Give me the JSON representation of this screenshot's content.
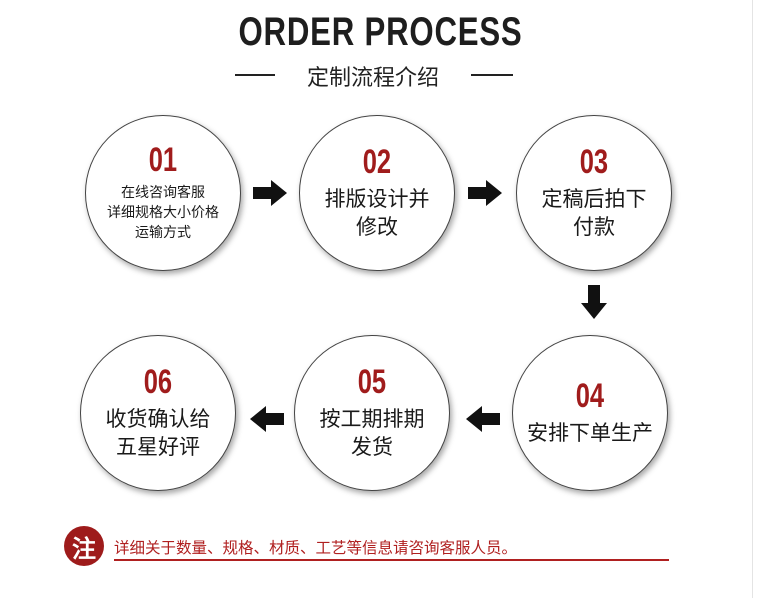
{
  "header": {
    "title": "ORDER PROCESS",
    "subtitle": "定制流程介绍"
  },
  "steps": [
    {
      "num": "01",
      "lines": [
        "在线咨询客服",
        "详细规格大小价格",
        "运输方式"
      ]
    },
    {
      "num": "02",
      "lines": [
        "排版设计并",
        "修改"
      ]
    },
    {
      "num": "03",
      "lines": [
        "定稿后拍下",
        "付款"
      ]
    },
    {
      "num": "04",
      "lines": [
        "安排下单生产"
      ]
    },
    {
      "num": "05",
      "lines": [
        "按工期排期",
        "发货"
      ]
    },
    {
      "num": "06",
      "lines": [
        "收货确认给",
        "五星好评"
      ]
    }
  ],
  "arrows": [
    "arrow-right-icon",
    "arrow-right-icon",
    "arrow-down-icon",
    "arrow-left-icon",
    "arrow-left-icon"
  ],
  "note": {
    "badge": "注",
    "text": "详细关于数量、规格、材质、工艺等信息请咨询客服人员。"
  },
  "colors": {
    "accent": "#a01c1c",
    "note": "#b02020",
    "arrow": "#111111"
  }
}
